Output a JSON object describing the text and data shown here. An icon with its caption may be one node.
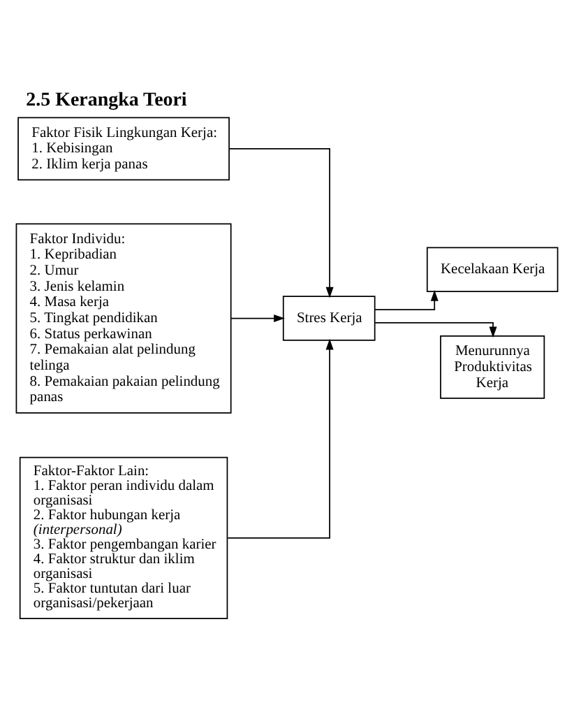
{
  "diagram": {
    "title": "2.5 Kerangka Teori",
    "nodes": [
      {
        "text": [
          "Faktor Fisik Lingkungan Kerja:",
          "1. Kebisingan",
          "2. Iklim kerja panas"
        ]
      },
      {
        "text": [
          "Faktor Individu:",
          "1. Kepribadian",
          "2. Umur",
          "3. Jenis kelamin",
          "4. Masa kerja",
          "5. Tingkat pendidikan",
          "6. Status perkawinan",
          "7. Pemakaian alat pelindung telinga",
          "8. Pemakaian pakaian pelindung panas"
        ]
      },
      {
        "text": [
          "Faktor-Faktor Lain:",
          "1. Faktor peran individu dalam organisasi",
          "2. Faktor hubungan kerja *(interpersonal)*",
          "3. Faktor pengembangan karier",
          "4. Faktor struktur dan iklim organisasi",
          "5. Faktor tuntutan dari luar organisasi/pekerjaan"
        ]
      },
      {
        "text": [
          "Stres Kerja"
        ]
      },
      {
        "text": [
          "Kecelakaan Kerja"
        ]
      },
      {
        "text": [
          "Menurunnya Produktivitas Kerja"
        ]
      }
    ],
    "edges": [
      {
        "from": 0,
        "to": 3,
        "arrow": "to"
      },
      {
        "from": 1,
        "to": 3,
        "arrow": "to"
      },
      {
        "from": 2,
        "to": 3,
        "arrow": "to"
      },
      {
        "from": 3,
        "to": 4,
        "arrow": "to"
      },
      {
        "from": 3,
        "to": 5,
        "arrow": "to"
      }
    ]
  }
}
